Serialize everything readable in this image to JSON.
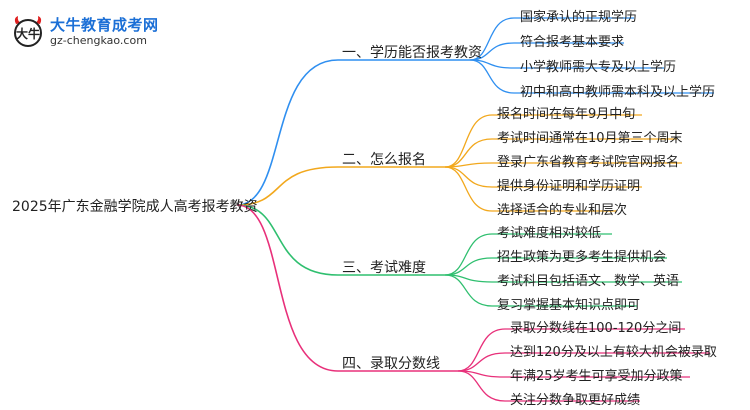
{
  "logo": {
    "name": "大牛教育成考网",
    "url": "gz-chengkao.com",
    "emblem_text": "大牛"
  },
  "root": "2025年广东金融学院成人高考报考教资",
  "colors": {
    "b1": "#2f8ff0",
    "b2": "#f2a81d",
    "b3": "#2fbf6f",
    "b4": "#e8307a"
  },
  "branches": [
    {
      "label": "一、学历能否报考教资",
      "leaves": [
        "国家承认的正规学历",
        "符合报考基本要求",
        "小学教师需大专及以上学历",
        "初中和高中教师需本科及以上学历"
      ]
    },
    {
      "label": "二、怎么报名",
      "leaves": [
        "报名时间在每年9月中旬",
        "考试时间通常在10月第三个周末",
        "登录广东省教育考试院官网报名",
        "提供身份证明和学历证明",
        "选择适合的专业和层次"
      ]
    },
    {
      "label": "三、考试难度",
      "leaves": [
        "考试难度相对较低",
        "招生政策为更多考生提供机会",
        "考试科目包括语文、数学、英语",
        "复习掌握基本知识点即可"
      ]
    },
    {
      "label": "四、录取分数线",
      "leaves": [
        "录取分数线在100-120分之间",
        "达到120分及以上有较大机会被录取",
        "年满25岁考生可享受加分政策",
        "关注分数争取更好成绩"
      ]
    }
  ]
}
